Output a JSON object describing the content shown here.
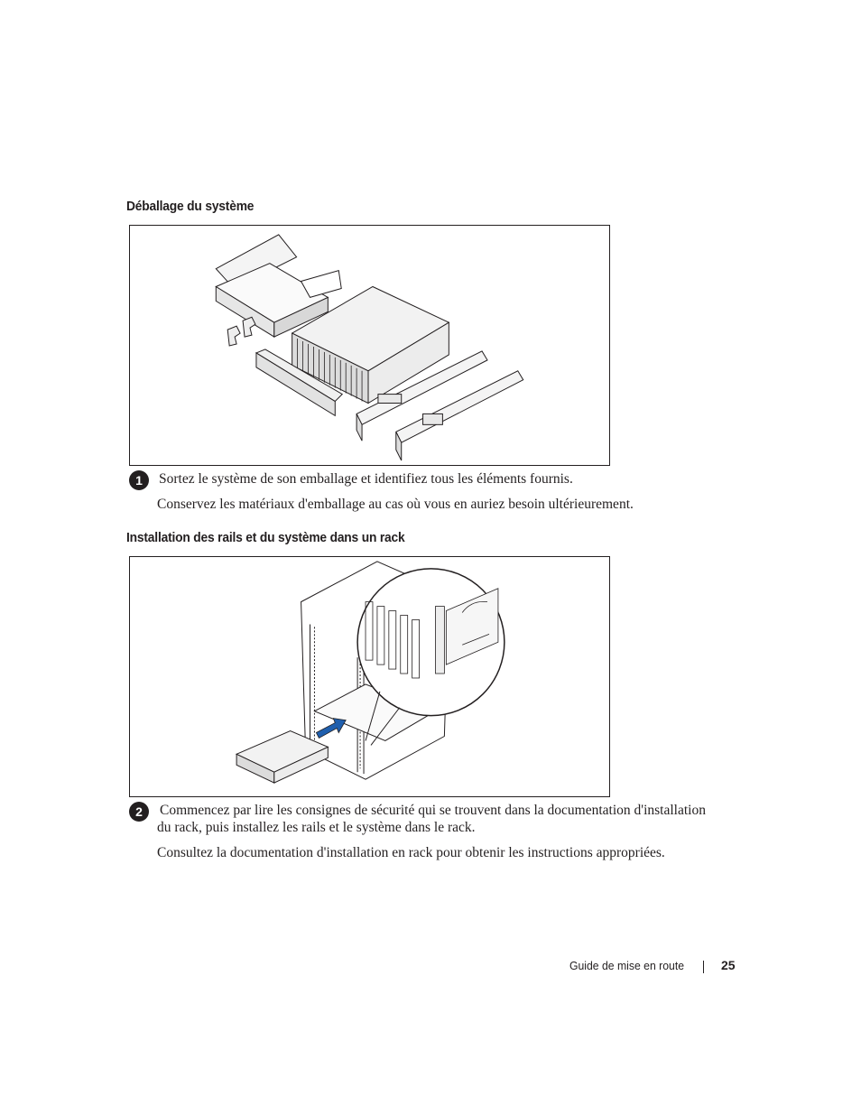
{
  "sections": [
    {
      "heading": "Déballage du système",
      "step_number": "1",
      "step_text": "Sortez le système de son emballage et identifiez tous les éléments fournis.",
      "note": "Conservez les matériaux d'emballage au cas où vous en auriez besoin ultérieurement."
    },
    {
      "heading": "Installation des rails et du système dans un rack",
      "step_number": "2",
      "step_text": "Commencez par lire les consignes de sécurité qui se trouvent dans la documentation d'installation du rack, puis installez les rails et le système dans le rack.",
      "note": "Consultez la documentation d'installation en rack pour obtenir les instructions appropriées."
    }
  ],
  "footer": {
    "title": "Guide de mise en route",
    "page_number": "25"
  },
  "colors": {
    "text": "#231f20",
    "arrow": "#1f5fae"
  }
}
